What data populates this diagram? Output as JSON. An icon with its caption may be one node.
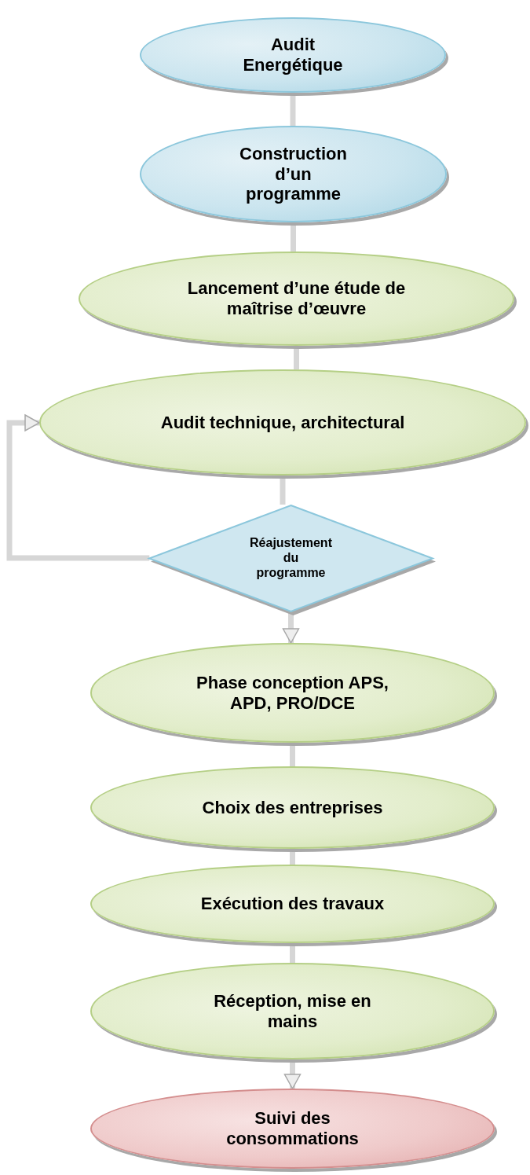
{
  "diagram": {
    "nodes": [
      {
        "text": [
          "Audit Energétique"
        ]
      },
      {
        "text": [
          "Construction d’un programme"
        ]
      },
      {
        "text": [
          "Lancement d’une étude de maîtrise d’œuvre"
        ]
      },
      {
        "text": [
          "Audit technique, architectural"
        ]
      },
      {
        "text": [
          "Réajustement du programme"
        ]
      },
      {
        "text": [
          "Phase conception APS, APD, PRO/DCE"
        ]
      },
      {
        "text": [
          "Choix des entreprises"
        ]
      },
      {
        "text": [
          "Exécution des travaux"
        ]
      },
      {
        "text": [
          "Réception, mise en mains"
        ]
      },
      {
        "text": [
          "Suivi des consommations"
        ]
      }
    ],
    "edges": [
      {
        "from": 0,
        "to": 1,
        "arrow": "none"
      },
      {
        "from": 1,
        "to": 2,
        "arrow": "none"
      },
      {
        "from": 2,
        "to": 3,
        "arrow": "none"
      },
      {
        "from": 3,
        "to": 4,
        "arrow": "none"
      },
      {
        "from": 4,
        "to": 3,
        "arrow": "to"
      },
      {
        "from": 4,
        "to": 5,
        "arrow": "to"
      },
      {
        "from": 5,
        "to": 6,
        "arrow": "none"
      },
      {
        "from": 6,
        "to": 7,
        "arrow": "none"
      },
      {
        "from": 7,
        "to": 8,
        "arrow": "none"
      },
      {
        "from": 8,
        "to": 9,
        "arrow": "to"
      }
    ]
  }
}
